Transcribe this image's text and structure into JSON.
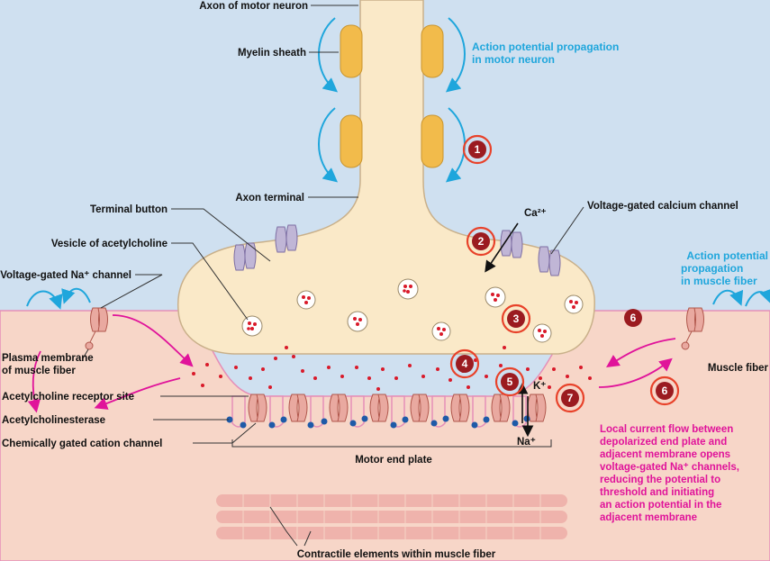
{
  "colors": {
    "background": "#cfe0f0",
    "muscle": "#f7d6c8",
    "axon": "#fae9c8",
    "myelin": "#f2bb4b",
    "acetylcholine": "#d91a2a",
    "acetylcholinesterase": "#1e5aa8",
    "receptor_channel": "#e9a9a0",
    "callout_blue": "#1fa6dc",
    "callout_magenta": "#e0139a",
    "step_ring": "#e8422a",
    "step_fill": "#9b1b20"
  },
  "labels": {
    "axon_of_motor_neuron": "Axon of motor neuron",
    "myelin_sheath": "Myelin sheath",
    "axon_terminal": "Axon terminal",
    "terminal_button": "Terminal button",
    "vesicle_of_acetylcholine": "Vesicle of acetylcholine",
    "voltage_gated_na_channel": "Voltage-gated Na⁺ channel",
    "plasma_membrane_line1": "Plasma membrane",
    "plasma_membrane_line2": "of muscle fiber",
    "acetylcholine_receptor_site": "Acetylcholine receptor site",
    "acetylcholinesterase": "Acetylcholinesterase",
    "chemically_gated_cation_channel": "Chemically gated cation channel",
    "motor_end_plate": "Motor end plate",
    "contractile_elements": "Contractile elements within muscle fiber",
    "voltage_gated_calcium_channel": "Voltage-gated calcium channel",
    "muscle_fiber": "Muscle fiber",
    "ca_ion": "Ca²⁺",
    "k_ion": "K⁺",
    "na_ion": "Na⁺"
  },
  "callouts": {
    "motor_neuron_line1": "Action potential propagation",
    "motor_neuron_line2": "in motor neuron",
    "muscle_fiber_line1": "Action potential",
    "muscle_fiber_line2": "propagation",
    "muscle_fiber_line3": "in muscle fiber",
    "local_current": [
      "Local current flow between",
      "depolarized end plate and",
      "adjacent membrane opens",
      "voltage-gated Na⁺ channels,",
      "reducing the potential to",
      "threshold and initiating",
      "an action potential in the",
      "adjacent membrane"
    ]
  },
  "steps": {
    "s1": "1",
    "s2": "2",
    "s3": "3",
    "s4": "4",
    "s5": "5",
    "s6_left": "6",
    "s6_right": "6",
    "s7": "7"
  }
}
